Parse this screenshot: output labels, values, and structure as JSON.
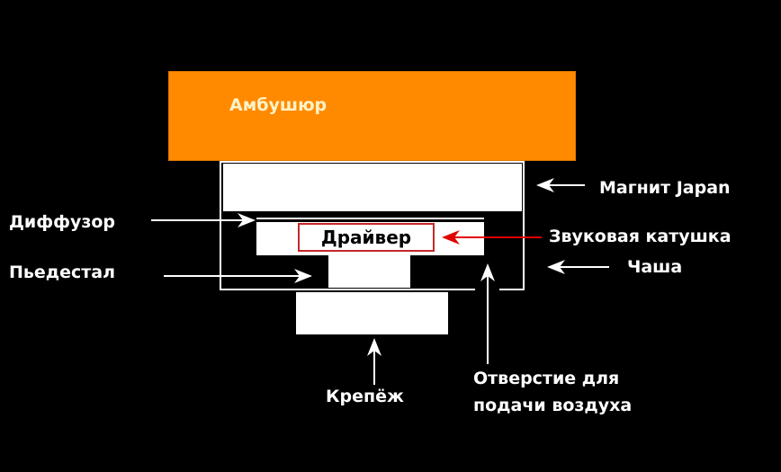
{
  "labels": {
    "earpad": "Амбушюр",
    "magnet": "Магнит Japan",
    "diffuser": "Диффузор",
    "driver": "Драйвер",
    "voice_coil": "Звуковая катушка",
    "pedestal": "Пьедестал",
    "cup": "Чаша",
    "mount": "Крепёж",
    "air_hole_line1": "Отверстие  для",
    "air_hole_line2": "подачи воздуха"
  },
  "colors": {
    "earpad": "#ff8a00",
    "highlight": "#c62828",
    "arrow": "#ffffff",
    "red_arrow": "#e00000"
  }
}
